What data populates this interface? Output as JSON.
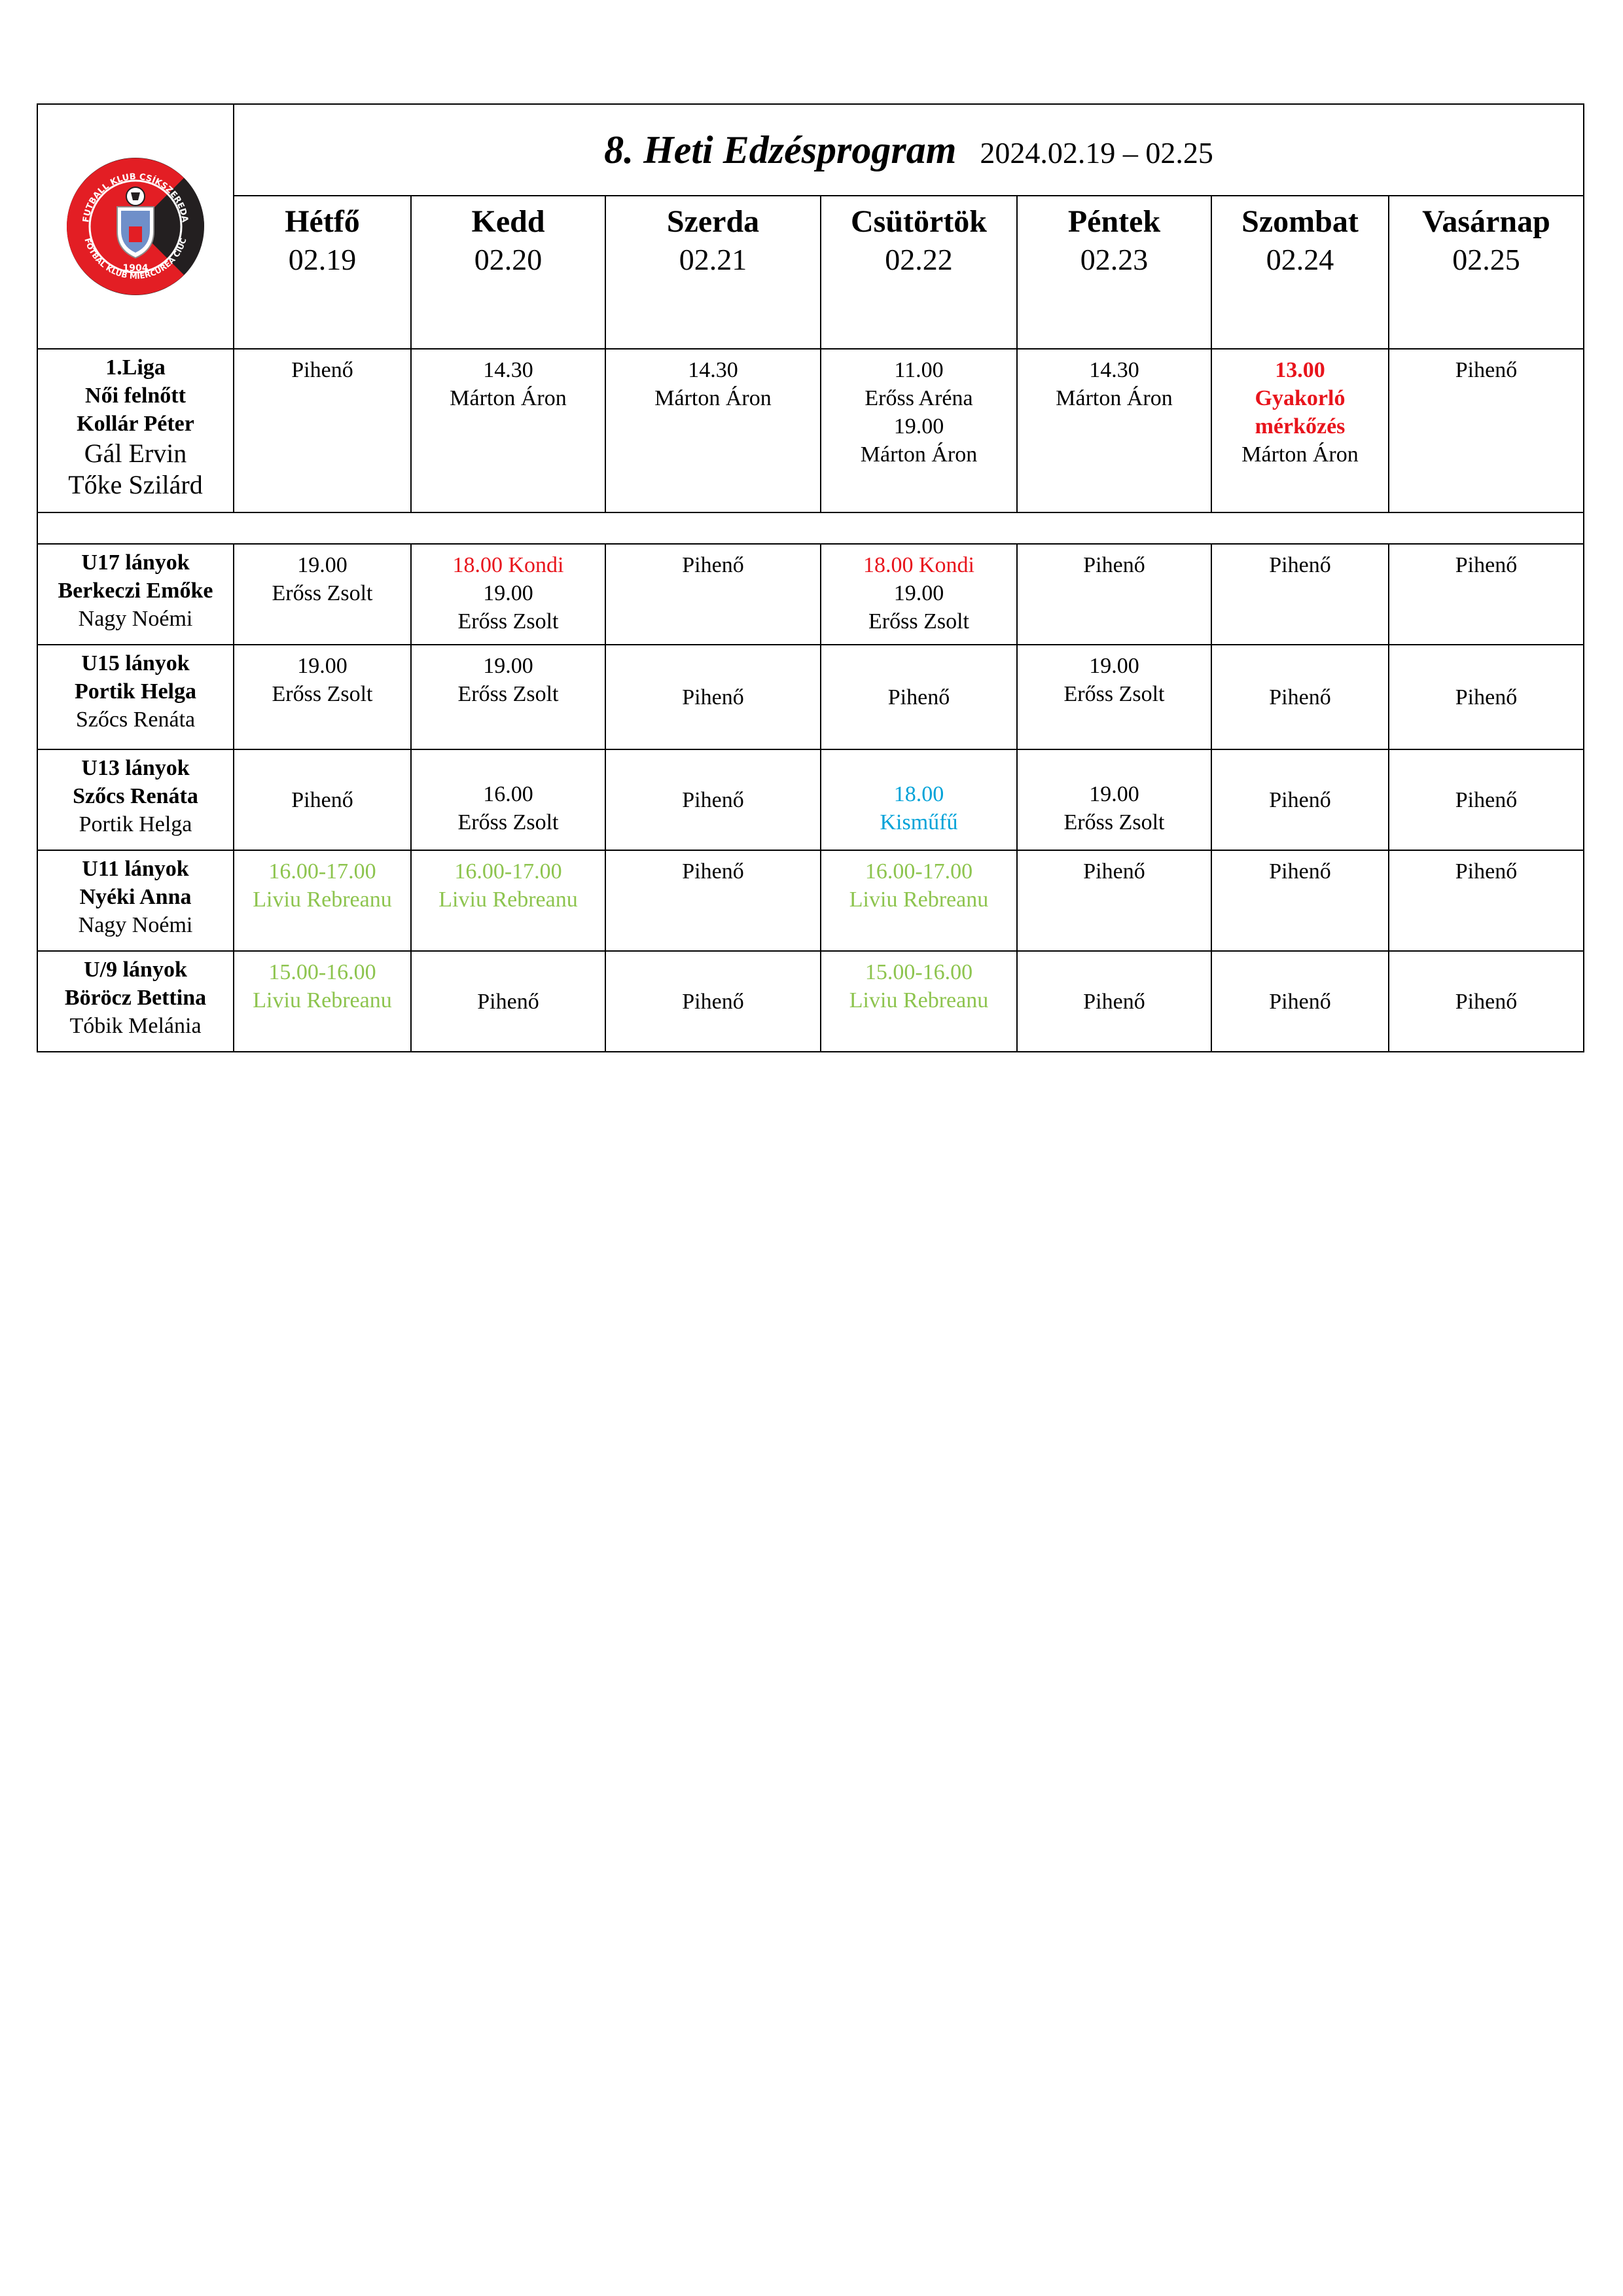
{
  "header": {
    "title": "8. Heti Edzésprogram",
    "date_range": "2024.02.19 – 02.25",
    "logo": {
      "top_text": "FUTBALL KLUB CSÍKSZEREDA",
      "bottom_text": "FOTBAL KLUB MIERCUREA CIUC",
      "year": "1904",
      "colors": {
        "red": "#e31e24",
        "black": "#231f20"
      }
    }
  },
  "colors": {
    "red": "#e8141c",
    "green": "#8dc44e",
    "blue": "#00a2d8"
  },
  "days": [
    {
      "name": "Hétfő",
      "date": "02.19"
    },
    {
      "name": "Kedd",
      "date": "02.20"
    },
    {
      "name": "Szerda",
      "date": "02.21"
    },
    {
      "name": "Csütörtök",
      "date": "02.22"
    },
    {
      "name": "Péntek",
      "date": "02.23"
    },
    {
      "name": "Szombat",
      "date": "02.24"
    },
    {
      "name": "Vasárnap",
      "date": "02.25"
    }
  ],
  "teams": [
    {
      "lines": [
        "1.Liga",
        "Női felnőtt",
        "Kollár Péter",
        "Gál Ervin",
        "Tőke Szilárd"
      ],
      "cells": [
        [
          "Pihenő"
        ],
        [
          "14.30",
          "Márton Áron"
        ],
        [
          "14.30",
          "Márton Áron"
        ],
        [
          "11.00",
          "Erőss Aréna",
          "19.00",
          "Márton Áron"
        ],
        [
          "14.30",
          "Márton Áron"
        ],
        [
          "13.00",
          "Gyakorló",
          "mérkőzés",
          "Márton Áron"
        ],
        [
          "Pihenő"
        ]
      ]
    },
    {
      "lines": [
        "U17 lányok",
        "Berkeczi Emőke",
        "Nagy Noémi"
      ],
      "cells": [
        [
          "19.00",
          "Erőss Zsolt"
        ],
        [
          "18.00 Kondi",
          "19.00",
          "Erőss Zsolt"
        ],
        [
          "Pihenő"
        ],
        [
          "18.00 Kondi",
          "19.00",
          "Erőss Zsolt"
        ],
        [
          "Pihenő"
        ],
        [
          "Pihenő"
        ],
        [
          "Pihenő"
        ]
      ]
    },
    {
      "lines": [
        "U15 lányok",
        "Portik Helga",
        "Szőcs Renáta"
      ],
      "cells": [
        [
          "19.00",
          "Erőss Zsolt"
        ],
        [
          "19.00",
          "Erőss Zsolt"
        ],
        [
          "Pihenő"
        ],
        [
          "Pihenő"
        ],
        [
          "19.00",
          "Erőss Zsolt"
        ],
        [
          "Pihenő"
        ],
        [
          "Pihenő"
        ]
      ]
    },
    {
      "lines": [
        "U13 lányok",
        "Szőcs Renáta",
        "Portik Helga"
      ],
      "cells": [
        [
          "Pihenő"
        ],
        [
          "16.00",
          "Erőss Zsolt"
        ],
        [
          "Pihenő"
        ],
        [
          "18.00",
          "Kisműfű"
        ],
        [
          "19.00",
          "Erőss Zsolt"
        ],
        [
          "Pihenő"
        ],
        [
          "Pihenő"
        ]
      ]
    },
    {
      "lines": [
        "U11 lányok",
        "Nyéki Anna",
        "Nagy Noémi"
      ],
      "cells": [
        [
          "16.00-17.00",
          "Liviu Rebreanu"
        ],
        [
          "16.00-17.00",
          "Liviu Rebreanu"
        ],
        [
          "Pihenő"
        ],
        [
          "16.00-17.00",
          "Liviu Rebreanu"
        ],
        [
          "Pihenő"
        ],
        [
          "Pihenő"
        ],
        [
          "Pihenő"
        ]
      ]
    },
    {
      "lines": [
        "U/9 lányok",
        "Böröcz Bettina",
        "Tóbik Melánia"
      ],
      "cells": [
        [
          "15.00-16.00",
          "Liviu Rebreanu"
        ],
        [
          "Pihenő"
        ],
        [
          "Pihenő"
        ],
        [
          "15.00-16.00",
          "Liviu Rebreanu"
        ],
        [
          "Pihenő"
        ],
        [
          "Pihenő"
        ],
        [
          "Pihenő"
        ]
      ]
    }
  ]
}
